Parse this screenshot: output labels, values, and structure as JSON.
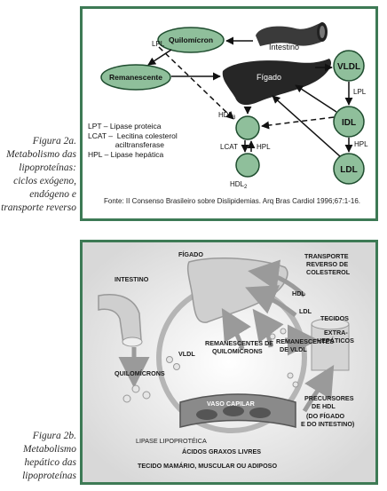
{
  "figure_a": {
    "caption": [
      "Figura 2a.",
      "Metabolismo das",
      "lipoproteínas:",
      "ciclos exógeno,",
      "endógeno e",
      "transporte reverso"
    ],
    "nodes": {
      "quilomicron": "Quilomícron",
      "intestino": "Intestino",
      "remanescente": "Remanescente",
      "figado": "Fígado",
      "vldl": "VLDL",
      "idl": "IDL",
      "ldl": "LDL"
    },
    "arrow_labels": {
      "lpl_top": "LPL",
      "lpl_right": "LPL",
      "hpl_right": "HPL",
      "hdl3": "HDL",
      "hdl3_sub": "3",
      "hdl2": "HDL",
      "hdl2_sub": "2",
      "lcat": "LCAT",
      "hpl_center": "HPL"
    },
    "legend": [
      "LPT – Lipase proteica",
      "LCAT –  Lecitina colesterol",
      "             aciltransferase",
      "HPL – Lipase hepática"
    ],
    "source": "Fonte: II Consenso Brasileiro sobre Dislipidemias. Arq Bras Cardiol 1996;67:1-16.",
    "colors": {
      "node_fill": "#8fbf9b",
      "node_stroke": "#1f4d2f",
      "border": "#3d7a55"
    }
  },
  "figure_b": {
    "caption": [
      "Figura 2b.",
      "Metabolismo",
      "hepático das",
      "lipoproteínas"
    ],
    "labels": {
      "figado": "FÍGADO",
      "transporte1": "TRANSPORTE",
      "transporte2": "REVERSO DE",
      "transporte3": "COLESTEROL",
      "intestino": "INTESTINO",
      "hdl": "HDL",
      "ldl": "LDL",
      "vldl": "VLDL",
      "tecidos1": "TECIDOS",
      "tecidos2": "EXTRA-",
      "tecidos3": "HEPÁTICOS",
      "rem_quilo1": "REMANESCENTES DE",
      "rem_quilo2": "QUILOMÍCRONS",
      "rem_vldl1": "REMANESCENTES",
      "rem_vldl2": "DE VLDL",
      "quilomicrons": "QUILOMÍCRONS",
      "vaso": "VASO CAPILAR",
      "precursores1": "PRECURSORES",
      "precursores2": "DE HDL",
      "precursores3": "(DO FÍGADO",
      "precursores4": "E DO INTESTINO)",
      "lipase": "LIPASE LIPOPROTÉICA",
      "acidos": "ÁCIDOS GRAXOS LIVRES",
      "tecido": "TECIDO MAMÁRIO, MUSCULAR OU ADIPOSO"
    }
  }
}
